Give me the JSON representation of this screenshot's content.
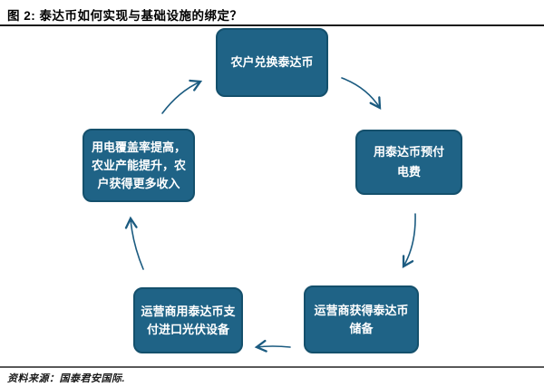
{
  "header": {
    "title": "图 2: 泰达币如何实现与基础设施的绑定？"
  },
  "footer": {
    "source": "资料来源：国泰君安国际."
  },
  "colors": {
    "box_fill": "#1f6386",
    "box_border": "#14506c",
    "box_text": "#ffffff",
    "arrow": "#1b5b80",
    "rule_top": "#1a1a1a",
    "rule_bottom": "#595959",
    "title_text": "#000000",
    "source_text": "#1a1a1a"
  },
  "diagram": {
    "type": "cycle",
    "nodes": [
      {
        "id": "top",
        "label": "农户兑换泰达币"
      },
      {
        "id": "right",
        "label": "用泰达币预付\n电费"
      },
      {
        "id": "bottom-right",
        "label": "运营商获得泰达币\n储备"
      },
      {
        "id": "bottom-left",
        "label": "运营商用泰达币支\n付进口光伏设备"
      },
      {
        "id": "left",
        "label": "用电覆盖率提高，\n农业产能提升，农\n户获得更多收入"
      }
    ],
    "edges": [
      {
        "from": "top",
        "to": "right"
      },
      {
        "from": "right",
        "to": "bottom-right"
      },
      {
        "from": "bottom-right",
        "to": "bottom-left"
      },
      {
        "from": "bottom-left",
        "to": "left"
      },
      {
        "from": "left",
        "to": "top"
      }
    ]
  }
}
